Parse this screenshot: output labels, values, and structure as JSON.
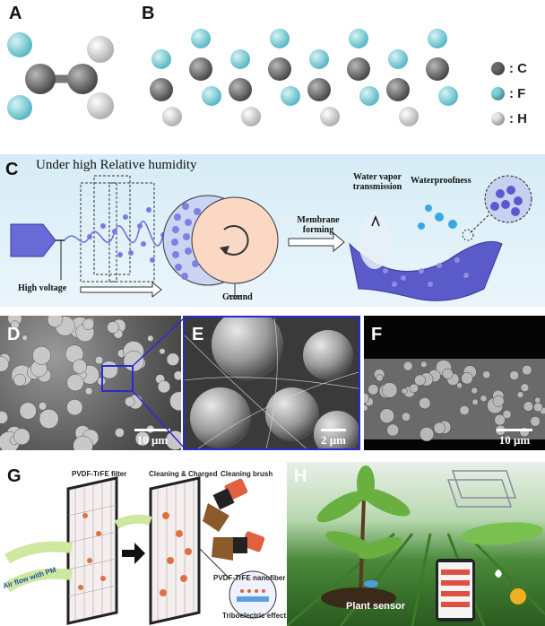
{
  "panels": {
    "a": {
      "label": "A"
    },
    "b": {
      "label": "B"
    },
    "legend": [
      {
        "symbol": ": C",
        "color": "#6b6b6b"
      },
      {
        "symbol": ": F",
        "color": "#7fd3dc"
      },
      {
        "symbol": ": H",
        "color": "#e6e6e6"
      }
    ],
    "c": {
      "label": "C",
      "title": "Under high Relative humidity",
      "high_voltage": "High voltage",
      "ground": "Ground",
      "membrane_forming": "Membrane\nforming",
      "water_vapor": "Water vapor\ntransmission",
      "waterproofness": "Waterproofness"
    },
    "d": {
      "label": "D",
      "scale": "10 μm"
    },
    "e": {
      "label": "E",
      "scale": "2 μm"
    },
    "f": {
      "label": "F",
      "scale": "10 μm"
    },
    "g": {
      "label": "G",
      "filter": "PVDF-TrFE filter",
      "cleaning": "Cleaning & Charged",
      "brush": "Cleaning brush",
      "nanofiber": "PVDF-TrFE nanofiber",
      "airflow": "Air flow with PM",
      "triboelectric": "Triboelectric effect"
    },
    "h": {
      "label": "H",
      "plant_sensor": "Plant sensor"
    }
  }
}
